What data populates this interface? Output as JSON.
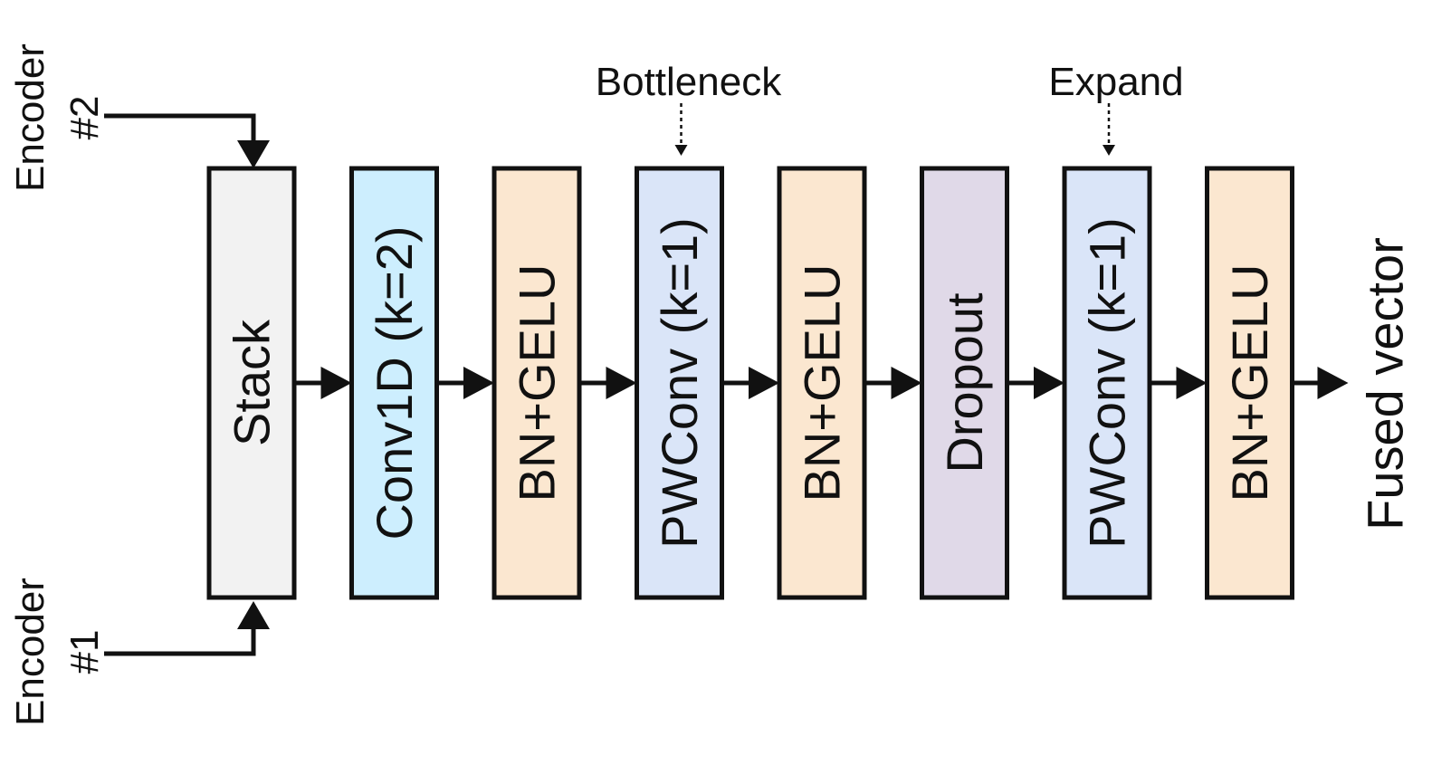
{
  "inputs": {
    "top": {
      "line1": "Encoder",
      "line2": "#2"
    },
    "bottom": {
      "line1": "Encoder",
      "line2": "#1"
    }
  },
  "blocks": [
    {
      "label": "Stack",
      "fill": "#f2f2f2"
    },
    {
      "label": "Conv1D (k=2)",
      "fill": "#cdeefe"
    },
    {
      "label": "BN+GELU",
      "fill": "#fbe7d0"
    },
    {
      "label": "PWConv (k=1)",
      "fill": "#dae5f8"
    },
    {
      "label": "BN+GELU",
      "fill": "#fbe7d0"
    },
    {
      "label": "Dropout",
      "fill": "#e0d9e8"
    },
    {
      "label": "PWConv (k=1)",
      "fill": "#dae5f8"
    },
    {
      "label": "BN+GELU",
      "fill": "#fbe7d0"
    }
  ],
  "annotations": [
    {
      "label": "Bottleneck",
      "block_index": 3
    },
    {
      "label": "Expand",
      "block_index": 6
    }
  ],
  "output": {
    "label": "Fused vector"
  }
}
